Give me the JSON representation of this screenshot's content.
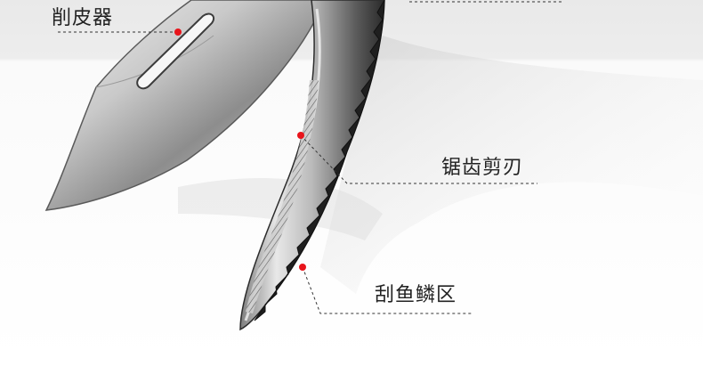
{
  "callouts": {
    "peeler": "削皮器",
    "serrated_blade": "锯齿剪刃",
    "scale_scraper": "刮鱼鳞区"
  },
  "colors": {
    "marker": "#e8141b",
    "leader_line": "#333333",
    "label_text": "#222222",
    "background_top": "#ececec"
  }
}
